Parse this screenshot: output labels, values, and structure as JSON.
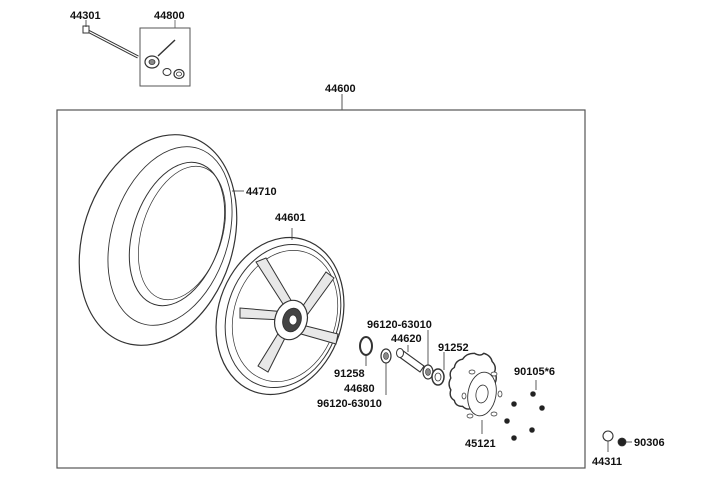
{
  "parts": {
    "axle": "44301",
    "speedo_kit": "44800",
    "assembly": "44600",
    "tire": "44710",
    "rim": "44601",
    "seal_right": "96120-63010",
    "collar": "44620",
    "bearing_right": "91252",
    "bolt": "90105*6",
    "oring": "91258",
    "spacer": "44680",
    "seal_left": "96120-63010",
    "disc": "45121",
    "nut": "90306",
    "cap": "44311"
  },
  "colors": {
    "line": "#333333",
    "frame": "#555555",
    "tire_fill": "#ffffff",
    "rim_fill": "#e8e8e8",
    "hub_dark": "#444444"
  }
}
